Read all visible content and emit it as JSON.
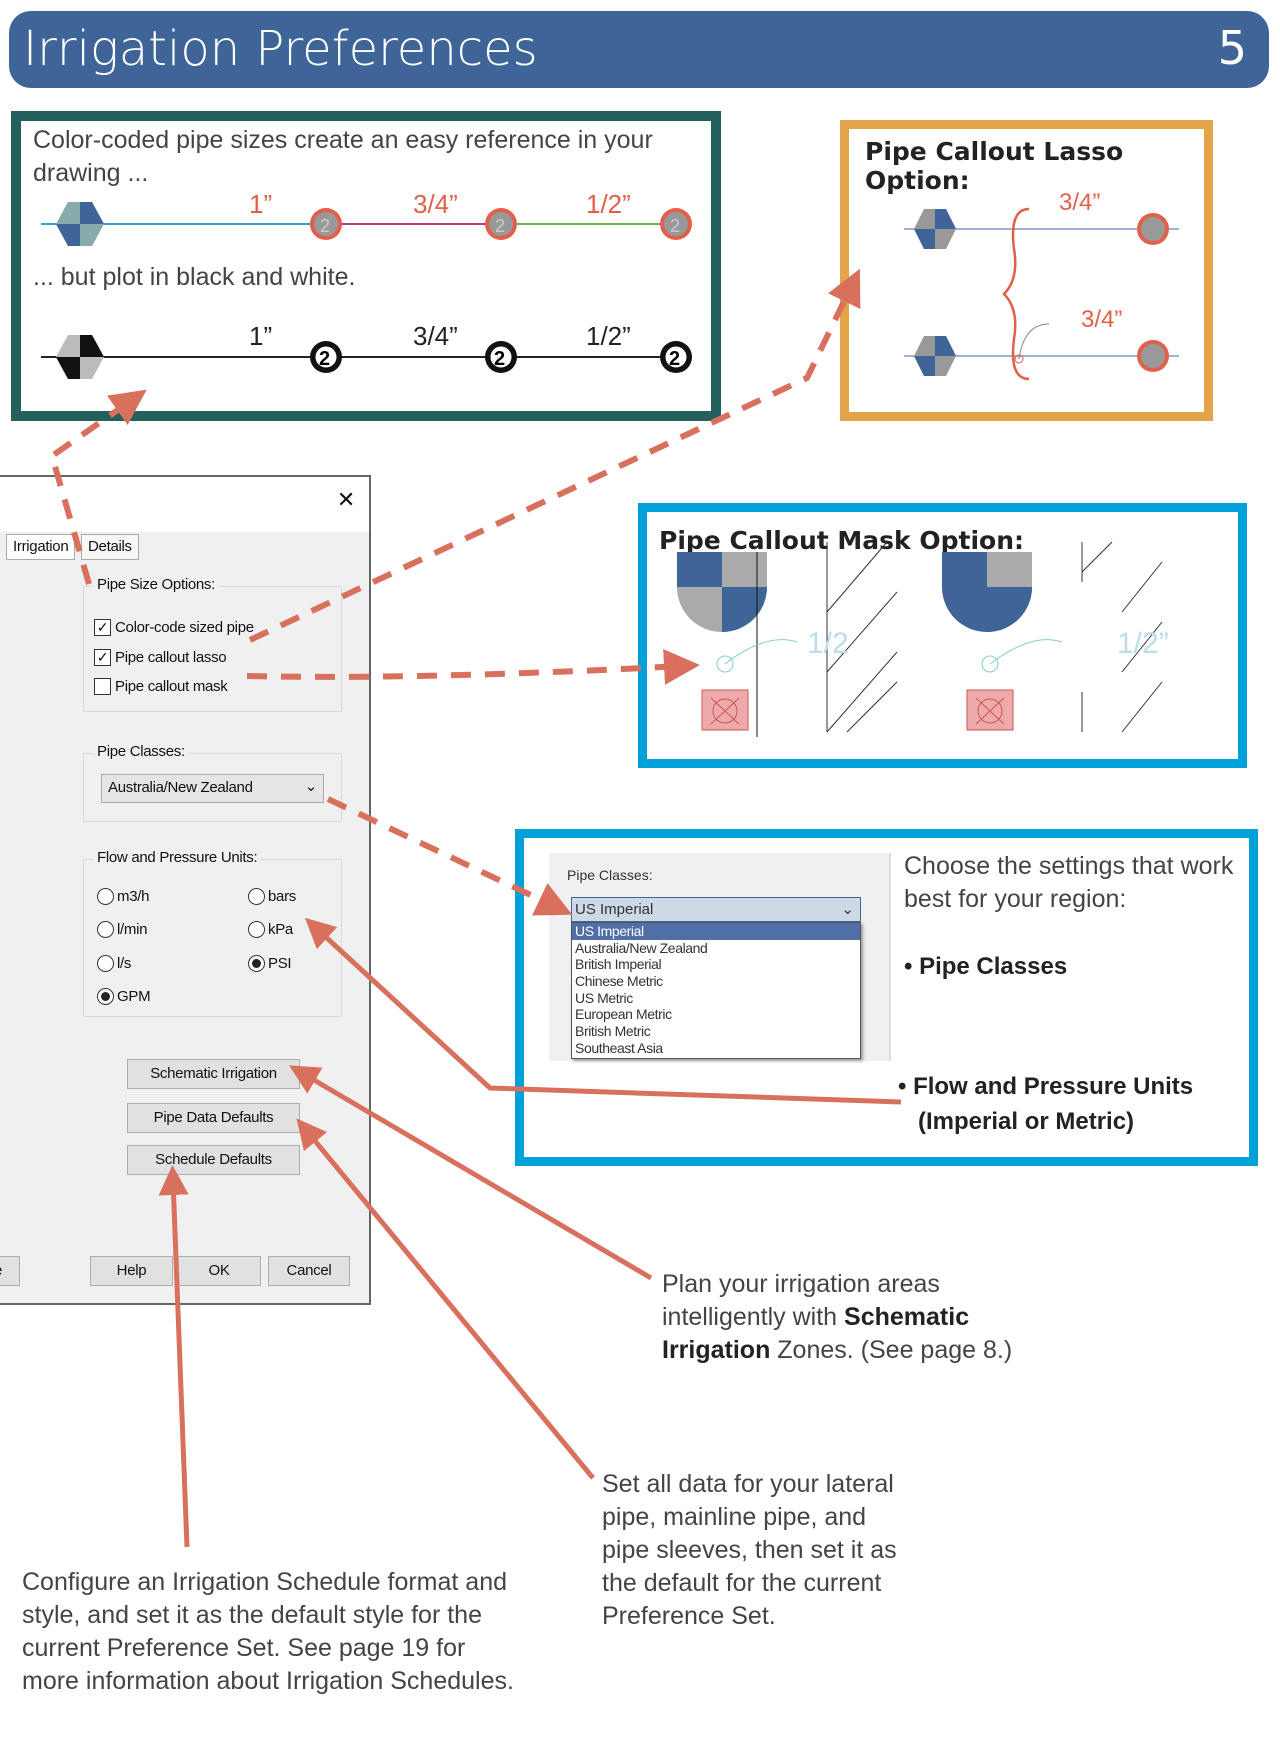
{
  "header": {
    "title": "Irrigation Preferences",
    "page": "5"
  },
  "color_box": {
    "text1": "Color-coded pipe sizes create an easy reference in your drawing ...",
    "text2": "... but plot in black and white.",
    "sizes": [
      "1”",
      "3/4”",
      "1/2”"
    ],
    "head_num": "2",
    "colors": {
      "one": "#3aa0d0",
      "three_quarter": "#c0388e",
      "half": "#70b050",
      "label": "#e0604a"
    }
  },
  "lasso_box": {
    "title": "Pipe Callout Lasso Option:",
    "sizes": [
      "3/4”",
      "3/4”"
    ]
  },
  "mask_box": {
    "title": "Pipe Callout Mask Option:",
    "sizes": [
      "1/2",
      "1/2”"
    ]
  },
  "classes_box": {
    "group_label": "Pipe Classes:",
    "selected": "US Imperial",
    "options": [
      "US Imperial",
      "Australia/New Zealand",
      "British Imperial",
      "Chinese Metric",
      "US Metric",
      "European Metric",
      "British Metric",
      "Southeast Asia"
    ],
    "intro": "Choose the settings that work best for your region:",
    "bullet1": "• Pipe Classes",
    "bullet2": "• Flow and Pressure Units",
    "bullet2b": "(Imperial or Metric)"
  },
  "dialog": {
    "close": "✕",
    "tabs": [
      "Irrigation",
      "Details"
    ],
    "pipe_size_label": "Pipe Size Options:",
    "checkboxes": [
      {
        "label": "Color-code sized pipe",
        "checked": true
      },
      {
        "label": "Pipe callout lasso",
        "checked": true
      },
      {
        "label": "Pipe callout mask",
        "checked": false
      }
    ],
    "pipe_classes_label": "Pipe Classes:",
    "pipe_class_value": "Australia/New Zealand",
    "units_label": "Flow and Pressure Units:",
    "flow_units": [
      "m3/h",
      "l/min",
      "l/s",
      "GPM"
    ],
    "pressure_units": [
      "bars",
      "kPa",
      "PSI"
    ],
    "selected_flow": "GPM",
    "selected_pressure": "PSI",
    "buttons": [
      "Schematic Irrigation",
      "Pipe Data Defaults",
      "Schedule Defaults"
    ],
    "footer": [
      "Help",
      "OK",
      "Cancel"
    ],
    "cut_button": "e"
  },
  "notes": {
    "schematic_pre": "Plan your irrigation areas intelligently with ",
    "schematic_bold": "Schematic Irrigation",
    "schematic_post": " Zones. (See page 8.)",
    "pipe_data": "Set all data for your lateral pipe, mainline pipe, and pipe sleeves, then set it as the default for the current Preference Set.",
    "schedule": "Configure an Irrigation Schedule format and style, and set it as the default style for the current Preference Set.  See page 19 for more information about Irrigation Schedules."
  },
  "accent": "#d9705e"
}
